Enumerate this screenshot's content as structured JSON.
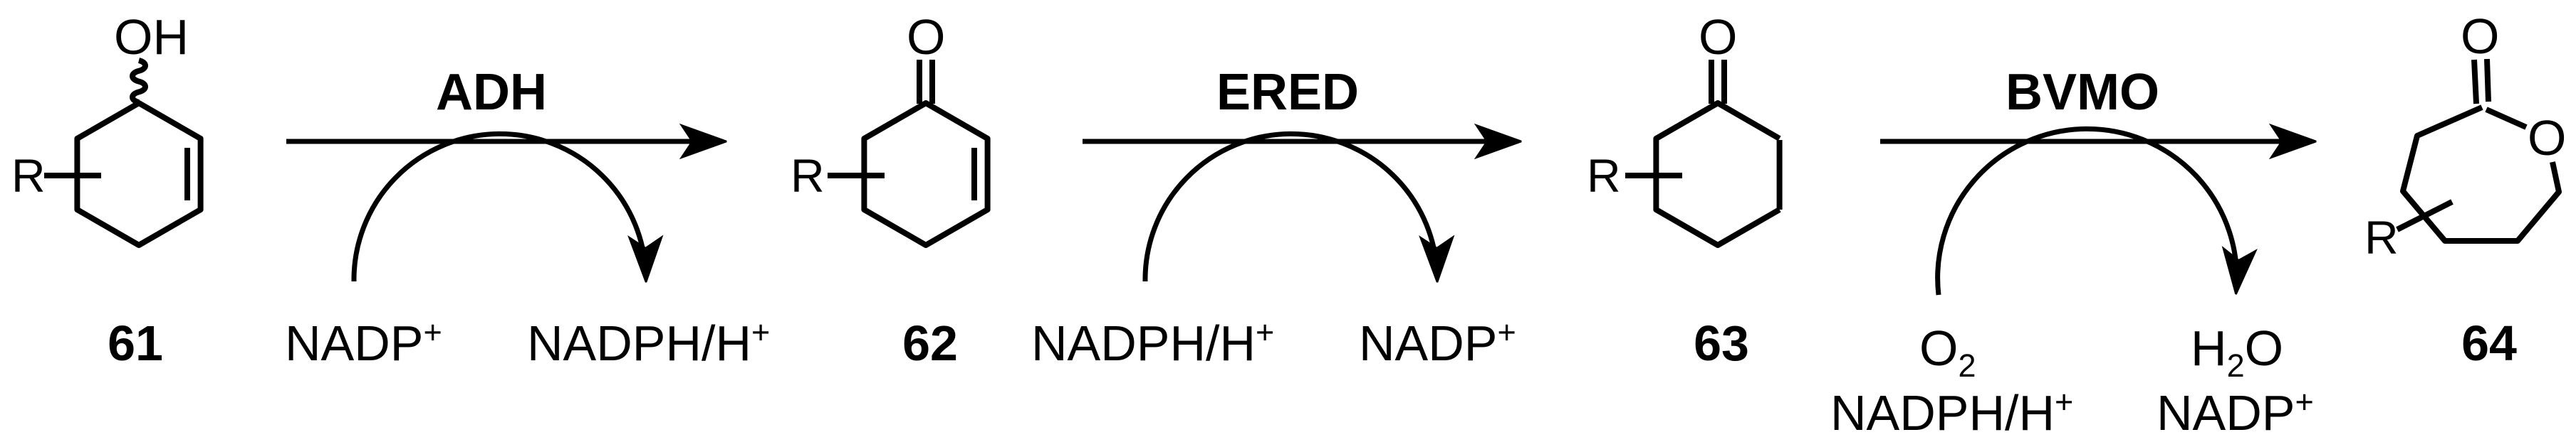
{
  "colors": {
    "background": "#ffffff",
    "bond_black": "#000000",
    "highlight_orange": "#FF4500",
    "highlight_blue": "#1577E8"
  },
  "enzymes": {
    "adh": "ADH",
    "ered": "ERED",
    "bvmo": "BVMO"
  },
  "cofactors": {
    "nadp_base": "NADP",
    "nadp_sup": "+",
    "nadph_base": "NADPH/H",
    "nadph_sup": "+",
    "o2_base": "O",
    "o2_sub": "2",
    "h2o_h": "H",
    "h2o_sub": "2",
    "h2o_o": "O"
  },
  "atoms": {
    "hydroxyl": "OH",
    "carbonyl_oxygen": "O",
    "ring_oxygen": "O",
    "substituent": "R"
  },
  "compound_numbers": {
    "c61": "61",
    "c62": "62",
    "c63": "63",
    "c64": "64"
  }
}
